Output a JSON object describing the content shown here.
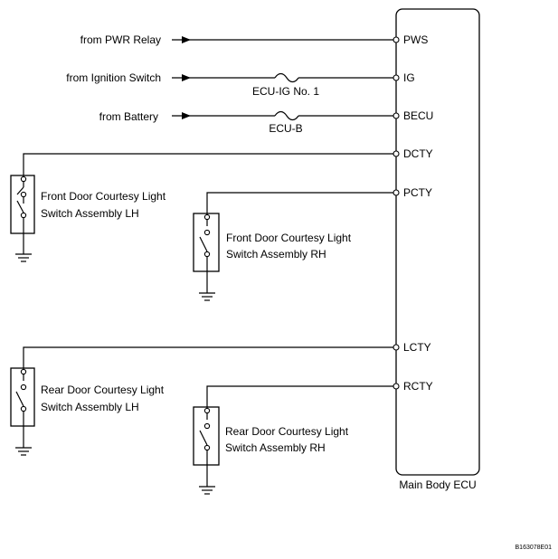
{
  "ecu": {
    "name": "Main Body ECU",
    "pins": {
      "pws": "PWS",
      "ig": "IG",
      "becu": "BECU",
      "dcty": "DCTY",
      "pcty": "PCTY",
      "lcty": "LCTY",
      "rcty": "RCTY"
    }
  },
  "sources": {
    "pwr_relay": "from PWR Relay",
    "ignition_switch": "from Ignition Switch",
    "battery": "from Battery"
  },
  "fuses": {
    "ecu_ig": "ECU-IG No. 1",
    "ecu_b": "ECU-B"
  },
  "switches": {
    "front_lh": {
      "line1": "Front Door Courtesy Light",
      "line2": "Switch Assembly LH"
    },
    "front_rh": {
      "line1": "Front Door Courtesy Light",
      "line2": "Switch Assembly RH"
    },
    "rear_lh": {
      "line1": "Rear Door Courtesy Light",
      "line2": "Switch Assembly LH"
    },
    "rear_rh": {
      "line1": "Rear Door Courtesy Light",
      "line2": "Switch Assembly RH"
    }
  },
  "figure_code": "B163078E01"
}
